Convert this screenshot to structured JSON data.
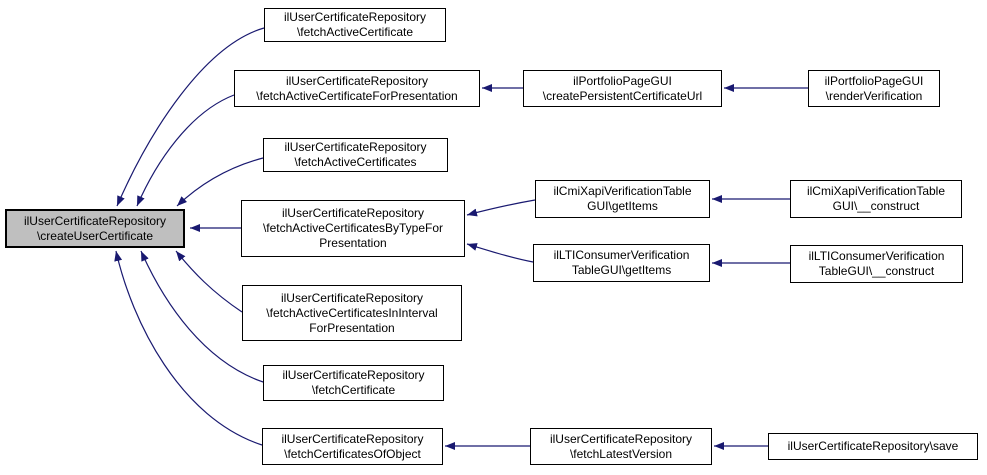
{
  "diagram": {
    "type": "call-graph",
    "title": "Callers of ilUserCertificateRepository\\createUserCertificate",
    "background_color": "#ffffff",
    "edge_color": "#191970",
    "node_fill": "#ffffff",
    "node_border_color": "#000000",
    "current_node_fill": "#bfbfbf",
    "arrow_direction": "caller-to-callee"
  },
  "nodes": [
    {
      "id": "createUserCertificate",
      "current": true,
      "lines": [
        "ilUserCertificateRepository",
        "\\createUserCertificate"
      ]
    },
    {
      "id": "fetchActiveCertificate",
      "current": false,
      "lines": [
        "ilUserCertificateRepository",
        "\\fetchActiveCertificate"
      ]
    },
    {
      "id": "fetchActiveCertificateForPresentation",
      "current": false,
      "lines": [
        "ilUserCertificateRepository",
        "\\fetchActiveCertificateForPresentation"
      ]
    },
    {
      "id": "createPersistentCertificateUrl",
      "current": false,
      "lines": [
        "ilPortfolioPageGUI",
        "\\createPersistentCertificateUrl"
      ]
    },
    {
      "id": "renderVerification",
      "current": false,
      "lines": [
        "ilPortfolioPageGUI",
        "\\renderVerification"
      ]
    },
    {
      "id": "fetchActiveCertificates",
      "current": false,
      "lines": [
        "ilUserCertificateRepository",
        "\\fetchActiveCertificates"
      ]
    },
    {
      "id": "fetchActiveCertificatesByTypeForPresentation",
      "current": false,
      "lines": [
        "ilUserCertificateRepository",
        "\\fetchActiveCertificatesByTypeFor",
        "Presentation"
      ]
    },
    {
      "id": "ilCmiXapiVerificationTableGUI_getItems",
      "current": false,
      "lines": [
        "ilCmiXapiVerificationTable",
        "GUI\\getItems"
      ]
    },
    {
      "id": "ilCmiXapiVerificationTableGUI_construct",
      "current": false,
      "lines": [
        "ilCmiXapiVerificationTable",
        "GUI\\__construct"
      ]
    },
    {
      "id": "ilLTIConsumerVerificationTableGUI_getItems",
      "current": false,
      "lines": [
        "ilLTIConsumerVerification",
        "TableGUI\\getItems"
      ]
    },
    {
      "id": "ilLTIConsumerVerificationTableGUI_construct",
      "current": false,
      "lines": [
        "ilLTIConsumerVerification",
        "TableGUI\\__construct"
      ]
    },
    {
      "id": "fetchActiveCertificatesInIntervalForPresentation",
      "current": false,
      "lines": [
        "ilUserCertificateRepository",
        "\\fetchActiveCertificatesInInterval",
        "ForPresentation"
      ]
    },
    {
      "id": "fetchCertificate",
      "current": false,
      "lines": [
        "ilUserCertificateRepository",
        "\\fetchCertificate"
      ]
    },
    {
      "id": "fetchCertificatesOfObject",
      "current": false,
      "lines": [
        "ilUserCertificateRepository",
        "\\fetchCertificatesOfObject"
      ]
    },
    {
      "id": "fetchLatestVersion",
      "current": false,
      "lines": [
        "ilUserCertificateRepository",
        "\\fetchLatestVersion"
      ]
    },
    {
      "id": "save",
      "current": false,
      "lines": [
        "ilUserCertificateRepository\\save"
      ]
    }
  ],
  "edges": [
    {
      "from": "fetchActiveCertificate",
      "to": "createUserCertificate"
    },
    {
      "from": "fetchActiveCertificateForPresentation",
      "to": "createUserCertificate"
    },
    {
      "from": "createPersistentCertificateUrl",
      "to": "fetchActiveCertificateForPresentation"
    },
    {
      "from": "renderVerification",
      "to": "createPersistentCertificateUrl"
    },
    {
      "from": "fetchActiveCertificates",
      "to": "createUserCertificate"
    },
    {
      "from": "fetchActiveCertificatesByTypeForPresentation",
      "to": "createUserCertificate"
    },
    {
      "from": "ilCmiXapiVerificationTableGUI_getItems",
      "to": "fetchActiveCertificatesByTypeForPresentation"
    },
    {
      "from": "ilCmiXapiVerificationTableGUI_construct",
      "to": "ilCmiXapiVerificationTableGUI_getItems"
    },
    {
      "from": "ilLTIConsumerVerificationTableGUI_getItems",
      "to": "fetchActiveCertificatesByTypeForPresentation"
    },
    {
      "from": "ilLTIConsumerVerificationTableGUI_construct",
      "to": "ilLTIConsumerVerificationTableGUI_getItems"
    },
    {
      "from": "fetchActiveCertificatesInIntervalForPresentation",
      "to": "createUserCertificate"
    },
    {
      "from": "fetchCertificate",
      "to": "createUserCertificate"
    },
    {
      "from": "fetchCertificatesOfObject",
      "to": "createUserCertificate"
    },
    {
      "from": "fetchLatestVersion",
      "to": "fetchCertificatesOfObject"
    },
    {
      "from": "save",
      "to": "fetchLatestVersion"
    }
  ]
}
